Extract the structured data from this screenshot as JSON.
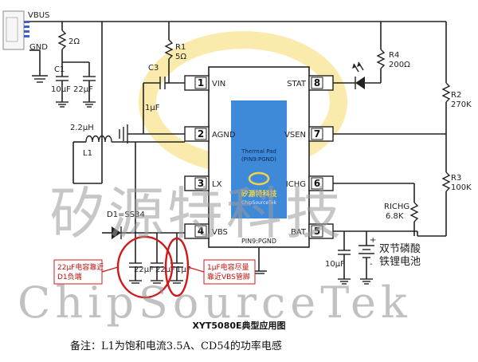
{
  "chip": {
    "pins_left": [
      {
        "num": "1",
        "name": "VIN"
      },
      {
        "num": "2",
        "name": "AGND"
      },
      {
        "num": "3",
        "name": "LX"
      },
      {
        "num": "4",
        "name": "VBS"
      }
    ],
    "pins_right": [
      {
        "num": "8",
        "name": "STAT"
      },
      {
        "num": "7",
        "name": "VSEN"
      },
      {
        "num": "6",
        "name": "ICHG"
      },
      {
        "num": "5",
        "name": "BAT"
      }
    ],
    "thermal_pad_line1": "Thermal Pad",
    "thermal_pad_line2": "(PIN9:PGND)",
    "pin9_label": "PIN9:PGND",
    "logo_line1": "矽源特科技",
    "logo_line2": "ChipSourceTek"
  },
  "connector": {
    "vbus": "VBUS",
    "gnd": "GND"
  },
  "components": {
    "r_input": "2Ω",
    "c1": "C1",
    "c1_val": "10μF",
    "c_22u": "22μF",
    "r1": "R1",
    "r1_val": "5Ω",
    "c3": "C3",
    "c3_val": "1μF",
    "r4": "R4",
    "r4_val": "200Ω",
    "r2": "R2",
    "r2_val": "270K",
    "r3": "R3",
    "r3_val": "100K",
    "inductor_val": "2.2μH",
    "inductor": "L1",
    "diode": "D1=SS34",
    "richg": "RICHG",
    "richg_val": "6.8K",
    "cbs_22u_a": "22μF",
    "cbs_22u_b": "22μF",
    "cbs_1u": "1μF",
    "cbat": "10μF",
    "battery": "双节磷酸\n铁锂电池",
    "plus": "+",
    "minus": "-"
  },
  "callouts": {
    "left": "22μF电容靠近\nD1负端",
    "right": "1μF电容尽量\n靠近VBS管脚"
  },
  "watermark": {
    "cn": "矽源特科技",
    "en": "ChipSourceTek"
  },
  "caption": "XYT5080E典型应用图",
  "note": "备注：L1为饱和电流3.5A、CD54的功率电感",
  "colors": {
    "wire": "#222222",
    "callout": "#d01818",
    "pad": "#2f7fd6",
    "logo_ring": "#f3d24a"
  }
}
